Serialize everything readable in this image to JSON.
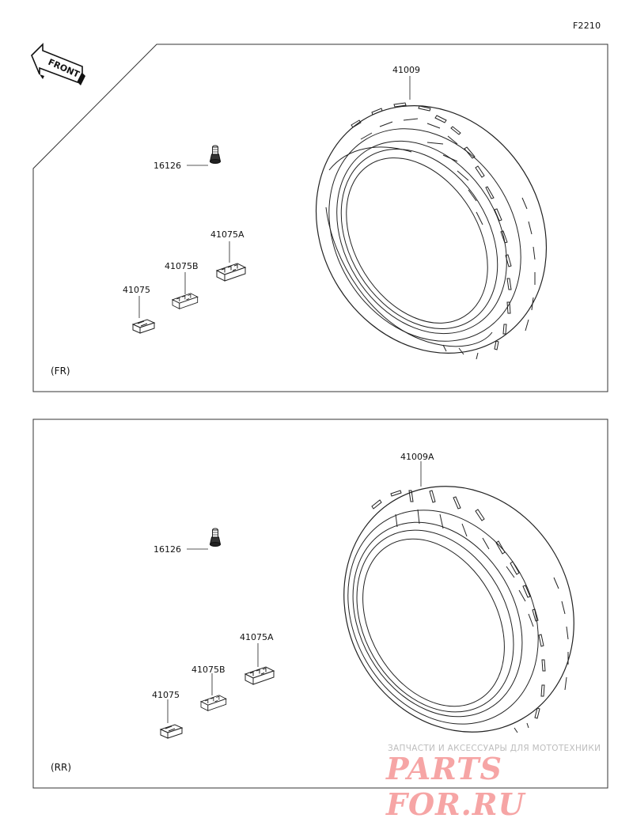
{
  "figure_code": "F2210",
  "front_arrow_label": "FRONT",
  "front_section": {
    "label": "(FR)",
    "tire": "41009",
    "valve": "16126",
    "weight_a": "41075A",
    "weight_b": "41075B",
    "weight": "41075"
  },
  "rear_section": {
    "label": "(RR)",
    "tire": "41009A",
    "valve": "16126",
    "weight_a": "41075A",
    "weight_b": "41075B",
    "weight": "41075"
  },
  "watermark": {
    "line1": "ЗАПЧАСТИ И АКСЕССУАРЫ ДЛЯ МОТОТЕХНИКИ",
    "line2": "PARTS FOR.RU"
  }
}
